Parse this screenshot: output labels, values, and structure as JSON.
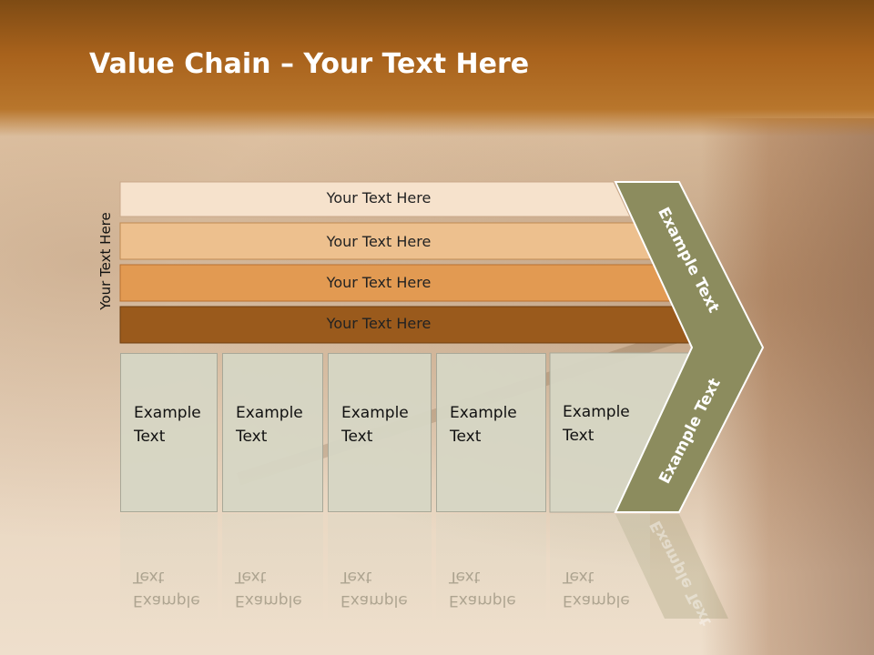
{
  "slide": {
    "title_bold": "Value Chain",
    "title_rest": " – Your Text Here",
    "side_label": "Your Text Here"
  },
  "rows": [
    {
      "label": "Your Text Here",
      "color": "#f6e2cc"
    },
    {
      "label": "Your Text Here",
      "color": "#edc08e"
    },
    {
      "label": "Your Text Here",
      "color": "#e29a52"
    },
    {
      "label": "Your Text Here",
      "color": "#9a5a1c"
    }
  ],
  "boxes": [
    {
      "line1": "Example",
      "line2": "Text"
    },
    {
      "line1": "Example",
      "line2": "Text"
    },
    {
      "line1": "Example",
      "line2": "Text"
    },
    {
      "line1": "Example",
      "line2": "Text"
    },
    {
      "line1": "Example",
      "line2": "Text"
    }
  ],
  "chevron": {
    "upper_label": "Example Text",
    "lower_label": "Example Text",
    "color": "#8c8c5e"
  }
}
